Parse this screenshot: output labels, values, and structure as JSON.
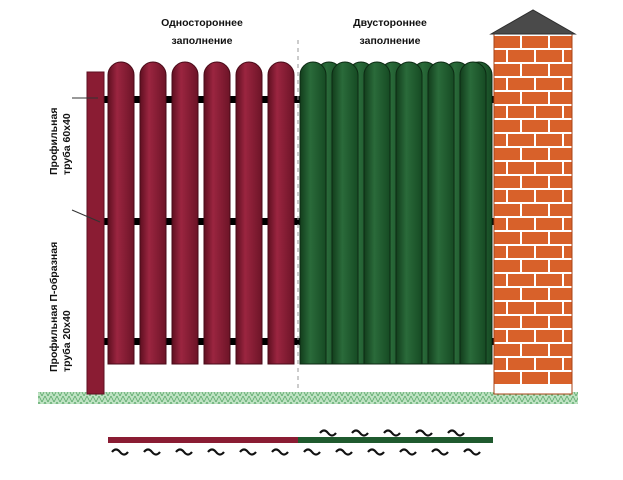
{
  "labels": {
    "single_sided": [
      "Одностороннее",
      "заполнение"
    ],
    "double_sided": [
      "Двустороннее",
      "заполнение"
    ],
    "post_pipe": [
      "Профильная",
      "труба 60х40"
    ],
    "rail_pipe": [
      "Профильная П-образная",
      "труба 20х40"
    ]
  },
  "colors": {
    "red_picket": "#8a1c33",
    "red_picket_shade": "#5e0f20",
    "green_picket": "#1f5a2e",
    "green_picket_shade": "#123d1c",
    "rail": "#000000",
    "brick": "#d8612a",
    "mortar": "#ffffff",
    "cap": "#4a4a4a",
    "ground": "#7fc08b"
  },
  "pickets": {
    "single_sided_count": 6,
    "double_sided_front_count": 6,
    "double_sided_back_count": 6
  }
}
